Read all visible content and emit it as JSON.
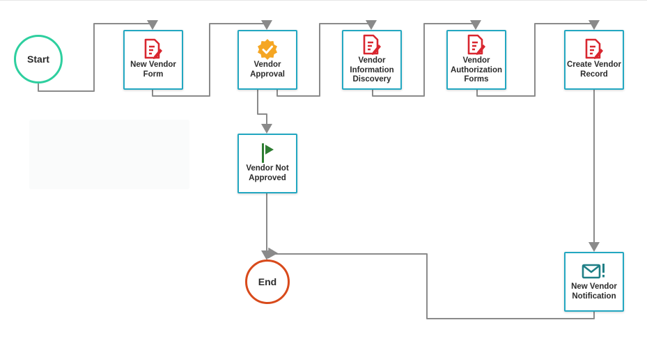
{
  "diagram": {
    "start": {
      "label": "Start"
    },
    "end": {
      "label": "End"
    },
    "nodes": [
      {
        "id": "new-vendor-form",
        "label": "New Vendor\nForm",
        "icon": "form-edit-icon"
      },
      {
        "id": "vendor-approval",
        "label": "Vendor\nApproval",
        "icon": "approval-badge-icon"
      },
      {
        "id": "vendor-information-discovery",
        "label": "Vendor\nInformation\nDiscovery",
        "icon": "form-edit-icon"
      },
      {
        "id": "vendor-authorization-forms",
        "label": "Vendor\nAuthorization\nForms",
        "icon": "form-edit-icon"
      },
      {
        "id": "create-vendor-record",
        "label": "Create Vendor\nRecord",
        "icon": "form-edit-icon"
      },
      {
        "id": "vendor-not-approved",
        "label": "Vendor Not\nApproved",
        "icon": "flag-icon"
      },
      {
        "id": "new-vendor-notification",
        "label": "New Vendor\nNotification",
        "icon": "mail-alert-icon"
      }
    ],
    "edges": [
      [
        "start",
        "new-vendor-form"
      ],
      [
        "new-vendor-form",
        "vendor-approval"
      ],
      [
        "vendor-approval",
        "vendor-information-discovery"
      ],
      [
        "vendor-information-discovery",
        "vendor-authorization-forms"
      ],
      [
        "vendor-authorization-forms",
        "create-vendor-record"
      ],
      [
        "vendor-approval",
        "vendor-not-approved"
      ],
      [
        "vendor-not-approved",
        "end"
      ],
      [
        "create-vendor-record",
        "new-vendor-notification"
      ],
      [
        "new-vendor-notification",
        "end"
      ]
    ],
    "colors": {
      "node_border": "#22a7c1",
      "connector": "#8a8a8a",
      "start_ring": "#2ecf9f",
      "end_ring": "#d84a1b",
      "form_icon": "#d8262f",
      "approval_icon": "#f5a623",
      "flag_icon": "#2e7d32",
      "mail_icon": "#1f7f86"
    }
  }
}
